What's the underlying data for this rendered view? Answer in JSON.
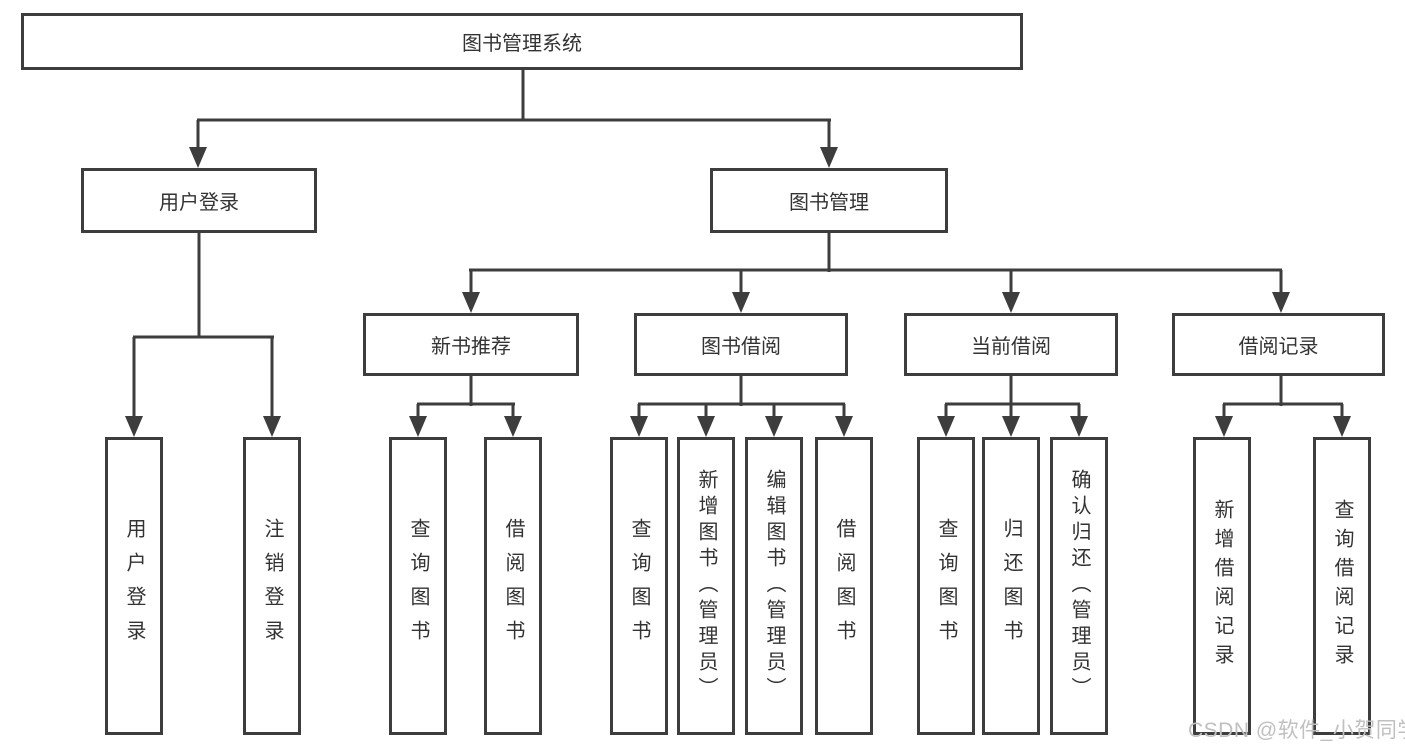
{
  "page": {
    "background_color": "#ffffff",
    "line_color": "#3d3d3d",
    "box_text_color": "#333333",
    "watermark_color": "#c0c0c0"
  },
  "diagram": {
    "root": "图书管理系统",
    "level2": [
      "用户登录",
      "图书管理"
    ],
    "level3": [
      "新书推荐",
      "图书借阅",
      "当前借阅",
      "借阅记录"
    ],
    "leaves": [
      "用户登录",
      "注销登录",
      "查询图书",
      "借阅图书",
      "查询图书",
      "新增图书（管理员）",
      "编辑图书（管理员）",
      "借阅图书",
      "查询图书",
      "归还图书",
      "确认归还（管理员）",
      "新增借阅记录",
      "查询借阅记录"
    ]
  },
  "watermark": "CSDN @软件_小贺同学"
}
